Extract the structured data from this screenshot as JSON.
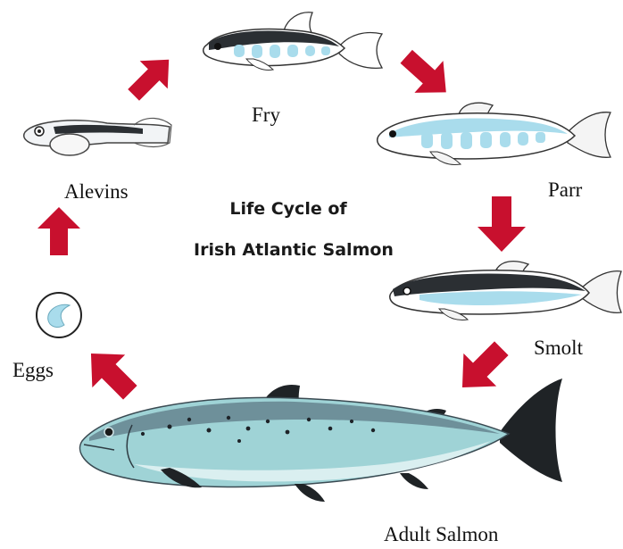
{
  "title": {
    "line1": "Life Cycle of",
    "line2": "Irish Atlantic Salmon"
  },
  "stages": {
    "eggs": "Eggs",
    "alevins": "Alevins",
    "fry": "Fry",
    "parr": "Parr",
    "smolt": "Smolt",
    "adult": "Adult Salmon"
  },
  "colors": {
    "arrow": "#c8102e",
    "fish_light": "#a9dcec",
    "fish_dark": "#2b2f33",
    "adult_body": "#9fd3d6",
    "egg_fill": "#a9dcec"
  }
}
